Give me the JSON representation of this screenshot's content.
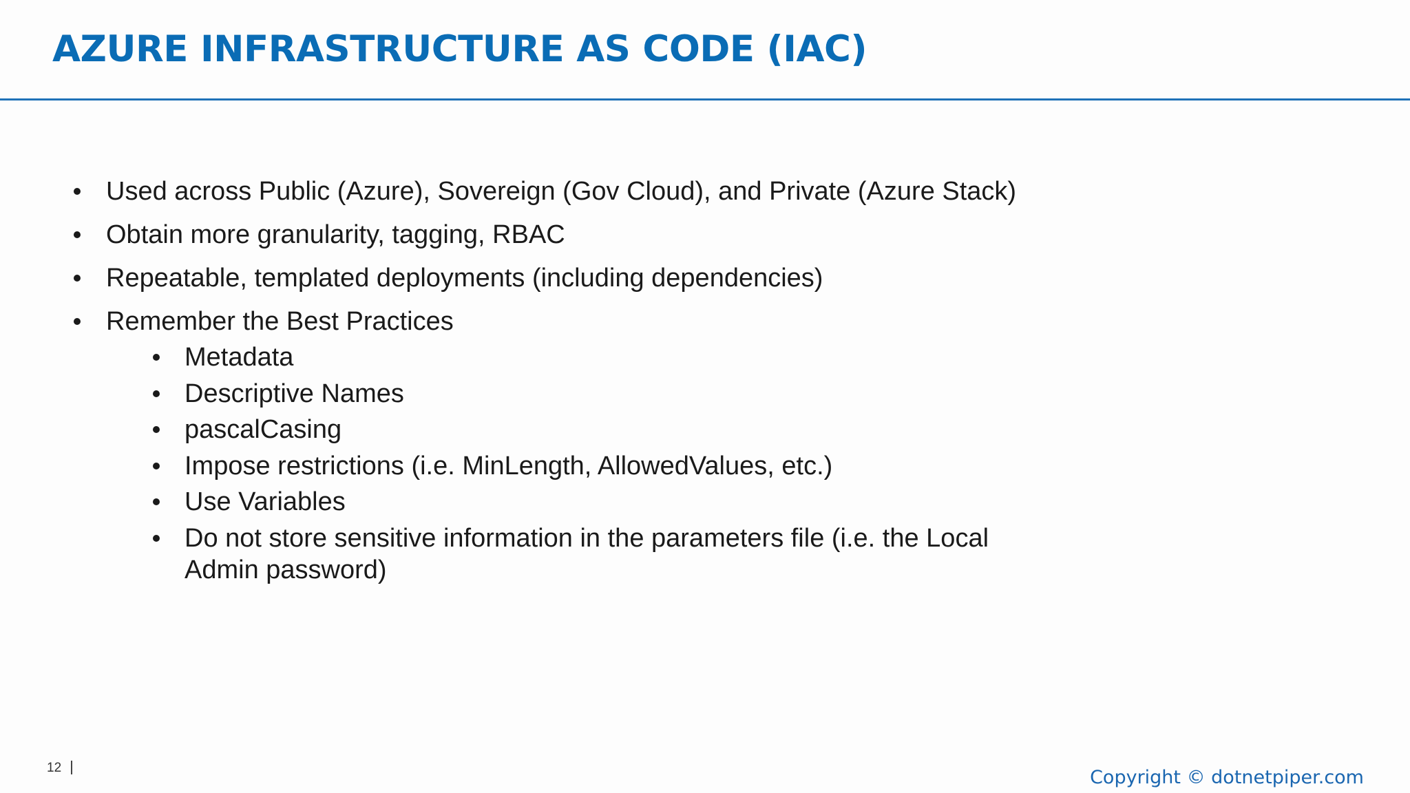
{
  "slide": {
    "title": "AZURE INFRASTRUCTURE AS CODE (IAC)",
    "bullets": [
      "Used across Public (Azure), Sovereign (Gov Cloud), and Private (Azure Stack)",
      "Obtain more granularity, tagging, RBAC",
      "Repeatable, templated deployments (including dependencies)",
      "Remember the Best Practices"
    ],
    "sub_bullets": [
      "Metadata",
      "Descriptive Names",
      "pascalCasing",
      "Impose restrictions (i.e. MinLength, AllowedValues, etc.)",
      "Use Variables",
      "Do not store sensitive information in the parameters file (i.e. the Local",
      "Admin password)"
    ],
    "page_number": "12",
    "copyright": "Copyright © dotnetpiper.com"
  },
  "colors": {
    "title": "#0a6cb5",
    "rule": "#1f72b8",
    "body_text": "#1a1a1a",
    "copyright": "#1a66b0",
    "background": "#fdfdfd"
  }
}
